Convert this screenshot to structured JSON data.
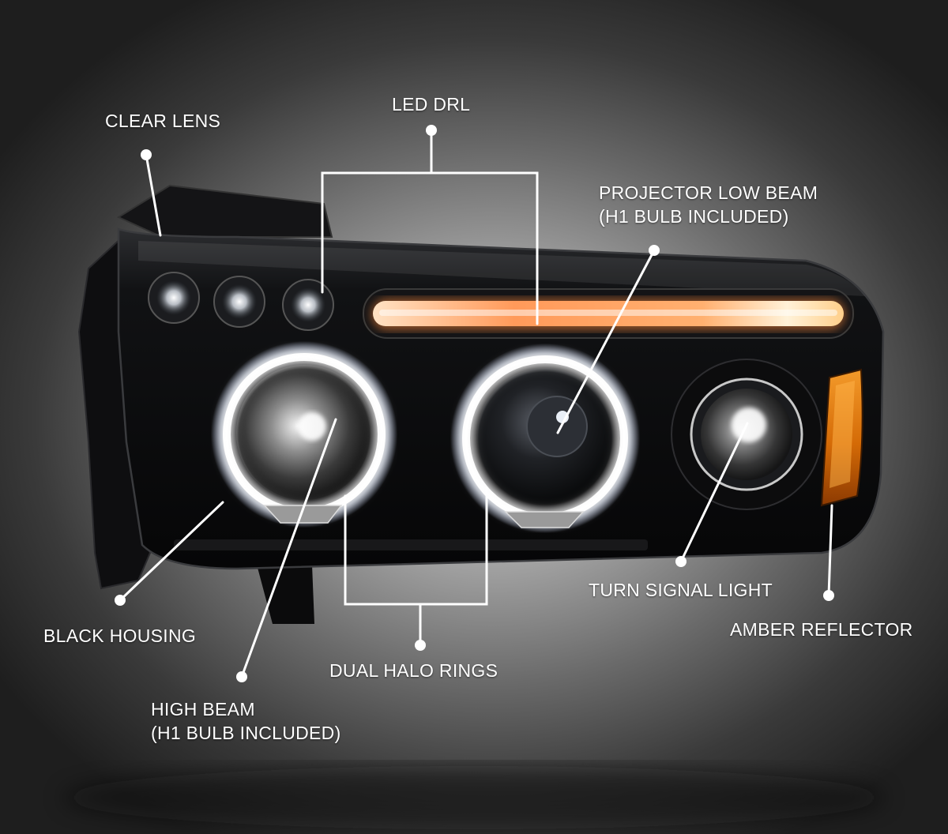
{
  "callouts": {
    "clear_lens": "CLEAR LENS",
    "led_drl": "LED DRL",
    "projector_low_beam": {
      "line1": "PROJECTOR LOW BEAM",
      "line2": "(H1 BULB INCLUDED)"
    },
    "black_housing": "BLACK HOUSING",
    "high_beam": {
      "line1": "HIGH BEAM",
      "line2": "(H1 BULB INCLUDED)"
    },
    "dual_halo_rings": "DUAL HALO RINGS",
    "turn_signal_light": "TURN SIGNAL LIGHT",
    "amber_reflector": "AMBER REFLECTOR"
  },
  "colors": {
    "callout": "#ffffff",
    "drl_glow": "#ffb060",
    "amber": "#e07a10",
    "halo": "#f4f8ff",
    "housing": "#0c0c0d"
  }
}
